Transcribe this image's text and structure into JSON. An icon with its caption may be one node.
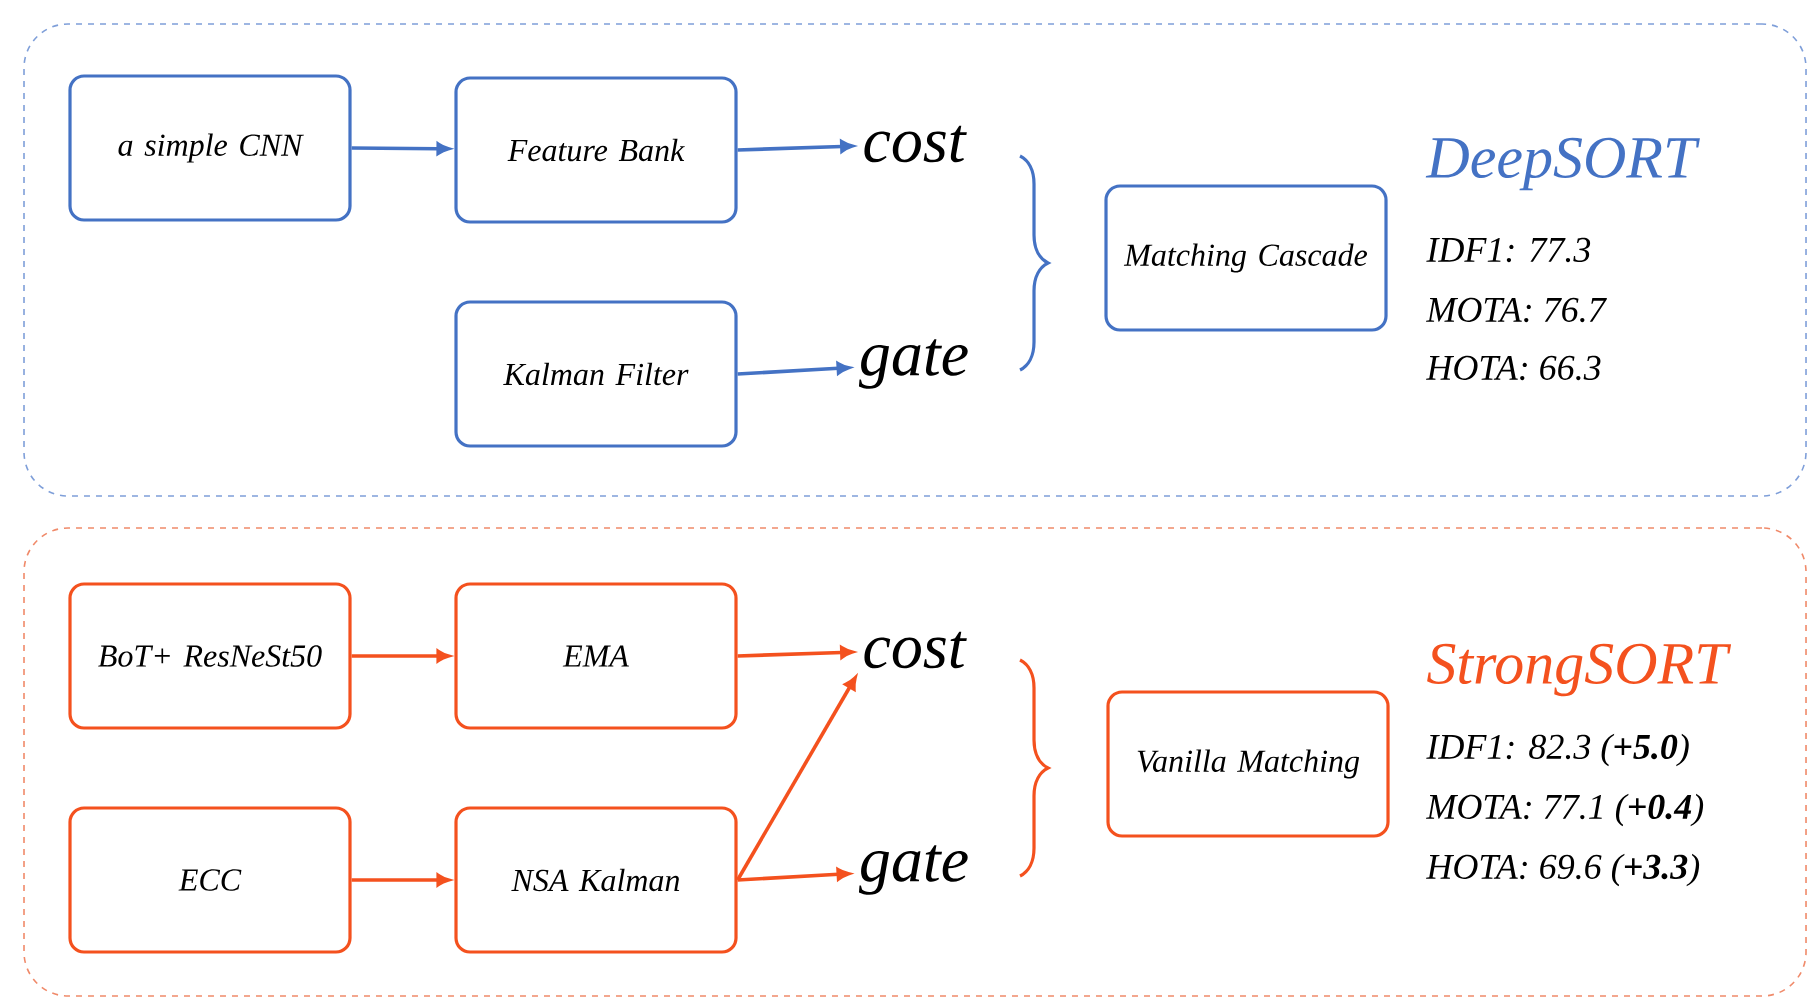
{
  "diagram": {
    "nodes": [
      {
        "text": [
          "DeepSORT",
          "IDF1: 77.3",
          "MOTA: 76.7",
          "HOTA: 66.3"
        ]
      },
      {
        "text": [
          "a simple CNN"
        ],
        "in": 0
      },
      {
        "text": [
          "Feature Bank"
        ],
        "in": 0
      },
      {
        "text": [
          "cost"
        ],
        "in": 0
      },
      {
        "text": [
          "Kalman Filter"
        ],
        "in": 0
      },
      {
        "text": [
          "gate"
        ],
        "in": 0
      },
      {
        "text": [
          "Matching Cascade"
        ],
        "in": 0
      },
      {
        "text": [
          "StrongSORT",
          "IDF1: 82.3 (**+5.0**)",
          "MOTA: 77.1 (**+0.4**)",
          "HOTA: 69.6 (**+3.3**)"
        ]
      },
      {
        "text": [
          "BoT+ ResNeSt50"
        ],
        "in": 7
      },
      {
        "text": [
          "EMA"
        ],
        "in": 7
      },
      {
        "text": [
          "cost"
        ],
        "in": 7
      },
      {
        "text": [
          "ECC"
        ],
        "in": 7
      },
      {
        "text": [
          "NSA Kalman"
        ],
        "in": 7
      },
      {
        "text": [
          "gate"
        ],
        "in": 7
      },
      {
        "text": [
          "Vanilla Matching"
        ],
        "in": 7
      }
    ],
    "edges": [
      {
        "from": 1,
        "to": 2,
        "arrow": "to",
        "color": "#4472c4"
      },
      {
        "from": 2,
        "to": 3,
        "arrow": "to",
        "color": "#4472c4"
      },
      {
        "from": 4,
        "to": 5,
        "arrow": "to",
        "color": "#4472c4"
      },
      {
        "from": 8,
        "to": 9,
        "arrow": "to",
        "color": "#f4511e"
      },
      {
        "from": 9,
        "to": 10,
        "arrow": "to",
        "color": "#f4511e"
      },
      {
        "from": 11,
        "to": 12,
        "arrow": "to",
        "color": "#f4511e"
      },
      {
        "from": 12,
        "to": 10,
        "arrow": "to",
        "color": "#f4511e"
      },
      {
        "from": 12,
        "to": 13,
        "arrow": "to",
        "color": "#f4511e"
      }
    ]
  }
}
